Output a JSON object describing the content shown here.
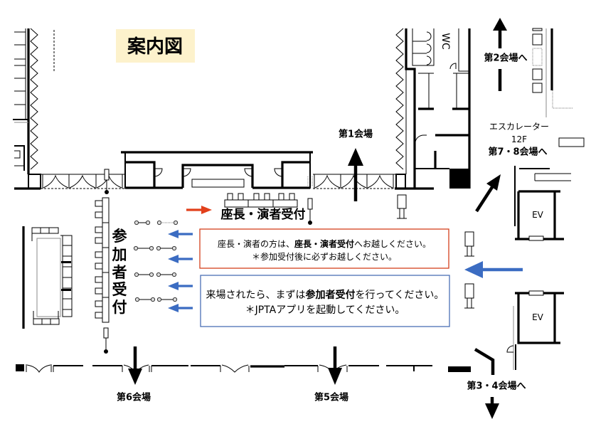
{
  "title": "案内図",
  "rooms": {
    "wc": "WC",
    "ev_upper": "EV",
    "ev_lower": "EV"
  },
  "destinations": {
    "hall1": "第1会場",
    "hall2": "第2会場へ",
    "escalator": "エスカレーター",
    "escalator_floor": "12F",
    "hall7_8": "第7・8会場へ",
    "hall6": "第6会場",
    "hall5": "第5会場",
    "hall3_4": "第3・4会場へ"
  },
  "reception": {
    "speaker_desk": "座長・演者受付",
    "participant_desk": [
      "参",
      "加",
      "者",
      "受",
      "付"
    ]
  },
  "notices": {
    "speaker": {
      "line1": {
        "pre": "座長・演者の方は、",
        "bold": "座長・演者受付",
        "post": "へお越しください。"
      },
      "line2": "＊参加受付後に必ずお越しください。"
    },
    "participant": {
      "line1": {
        "pre": "来場されたら、まずは",
        "bold": "参加者受付",
        "post": "を行ってください。"
      },
      "line2": "＊JPTAアプリを起動してください。"
    }
  },
  "colors": {
    "title_bg": "#fdf2cc",
    "speaker_accent": "#e2401b",
    "participant_accent": "#3b6cc2",
    "speaker_box_border": "#d4401c",
    "participant_box_border": "#4a6fb5"
  }
}
